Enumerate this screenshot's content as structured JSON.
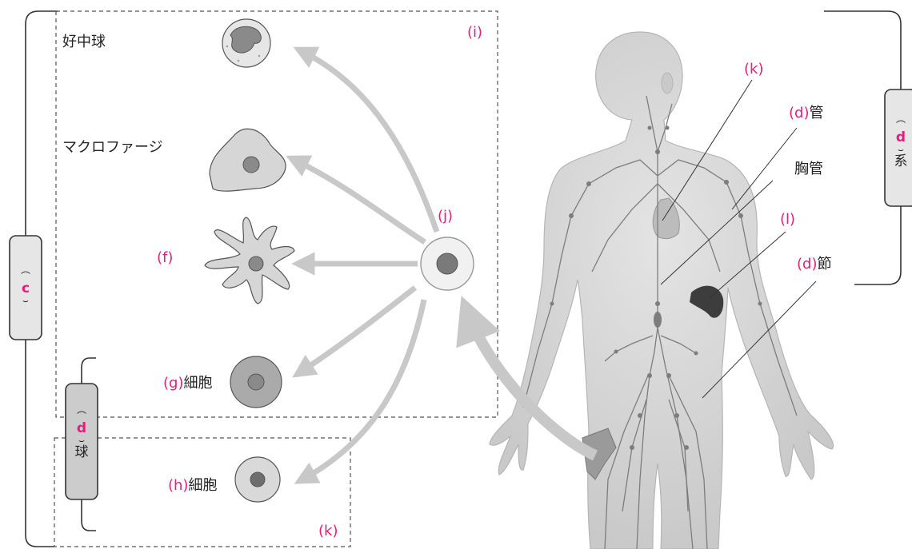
{
  "labels": {
    "neutrophil": "好中球",
    "macrophage": "マクロファージ",
    "f": "(f)",
    "g_letter": "(g)",
    "g_rest": "細胞",
    "h_letter": "(h)",
    "h_rest": "細胞",
    "i": "(i)",
    "j": "(j)",
    "k_top": "(k)",
    "k_bottom": "(k)",
    "l": "(l)",
    "c": "c",
    "d_ball_letter": "d",
    "d_ball_rest": "球",
    "d_vessel_letter": "(d)",
    "d_vessel_rest": "管",
    "thoracic_duct": "胸管",
    "d_node_letter": "(d)",
    "d_node_rest": "節",
    "d_system_letter": "d",
    "d_system_rest": "系"
  },
  "colors": {
    "accent": "#e0207a",
    "arrow": "#c8c8c8",
    "cell_fill": "#d9d9d9",
    "nucleus": "#8a8a8a",
    "body": "#d4d4d4",
    "vessel": "#7d7d7d"
  }
}
